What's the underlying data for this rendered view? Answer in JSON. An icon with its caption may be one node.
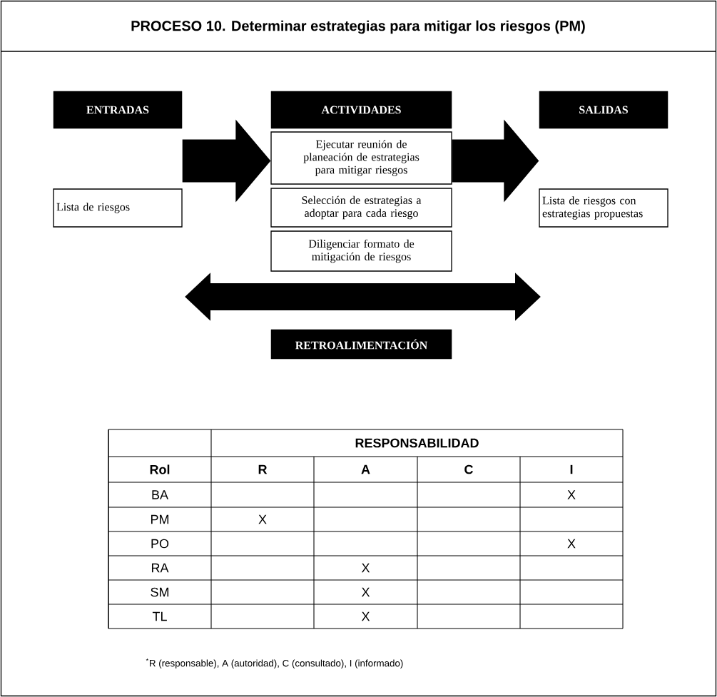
{
  "diagram": {
    "title": "PROCESO 10. Determinar estrategias para mitigar los riesgos (PM)",
    "nodes": [
      {
        "text": [
          "ENTRADAS"
        ]
      },
      {
        "text": [
          "ACTIVIDADES"
        ]
      },
      {
        "text": [
          "SALIDAS"
        ]
      },
      {
        "text": [
          "Lista de riesgos"
        ]
      },
      {
        "text": [
          "Ejecutar reunión de planeación de estrategias para mitigar riesgos"
        ]
      },
      {
        "text": [
          "Selección de estrategias a adoptar para cada riesgo"
        ]
      },
      {
        "text": [
          "Diligenciar formato de mitigación de riesgos"
        ]
      },
      {
        "text": [
          "Lista de riesgos con estrategias propuestas"
        ]
      },
      {
        "text": [
          "RETROALIMENTACIÓN"
        ]
      }
    ],
    "edges": [
      {
        "from": 3,
        "to": 4,
        "arrow": "to"
      },
      {
        "from": 4,
        "to": 7,
        "arrow": "to"
      }
    ],
    "labels": [
      "RESPONSABILIDAD",
      "Rol",
      "R",
      "A",
      "C",
      "I",
      "BA",
      "X",
      "PM",
      "X",
      "PO",
      "X",
      "RA",
      "X",
      "SM",
      "X",
      "TL",
      "X",
      "$^{*}$R (responsable), A (autoridad), C (consultado), I (informado)"
    ]
  }
}
